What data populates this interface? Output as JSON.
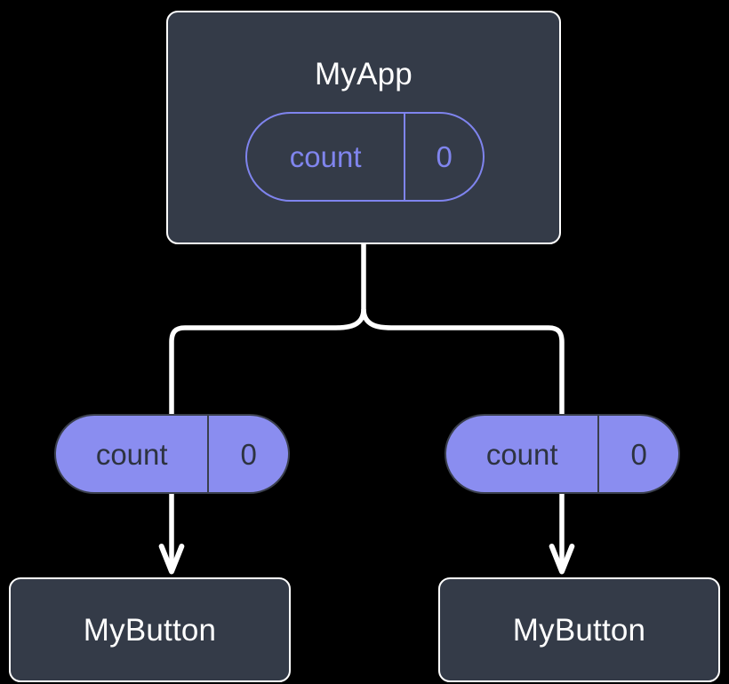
{
  "diagram": {
    "type": "widget-state-tree",
    "background_color": "#000000",
    "palette": {
      "card_fill": "#343b48",
      "card_border": "#ffffff",
      "accent_purple": "#8a8df0",
      "accent_purple_stroke": "#7f84ee",
      "edge_color": "#ffffff",
      "pill_text_dark": "#2d3340",
      "title_text": "#ffffff"
    },
    "root": {
      "title": "MyApp",
      "state": {
        "key": "count",
        "value": "0"
      }
    },
    "branches": [
      {
        "side": "left",
        "state": {
          "key": "count",
          "value": "0"
        },
        "child": {
          "title": "MyButton"
        }
      },
      {
        "side": "right",
        "state": {
          "key": "count",
          "value": "0"
        },
        "child": {
          "title": "MyButton"
        }
      }
    ],
    "edges": {
      "root_to_split": "vertical-line",
      "split": "two-way-rounded-fork",
      "state_to_child": "down-arrow"
    }
  }
}
